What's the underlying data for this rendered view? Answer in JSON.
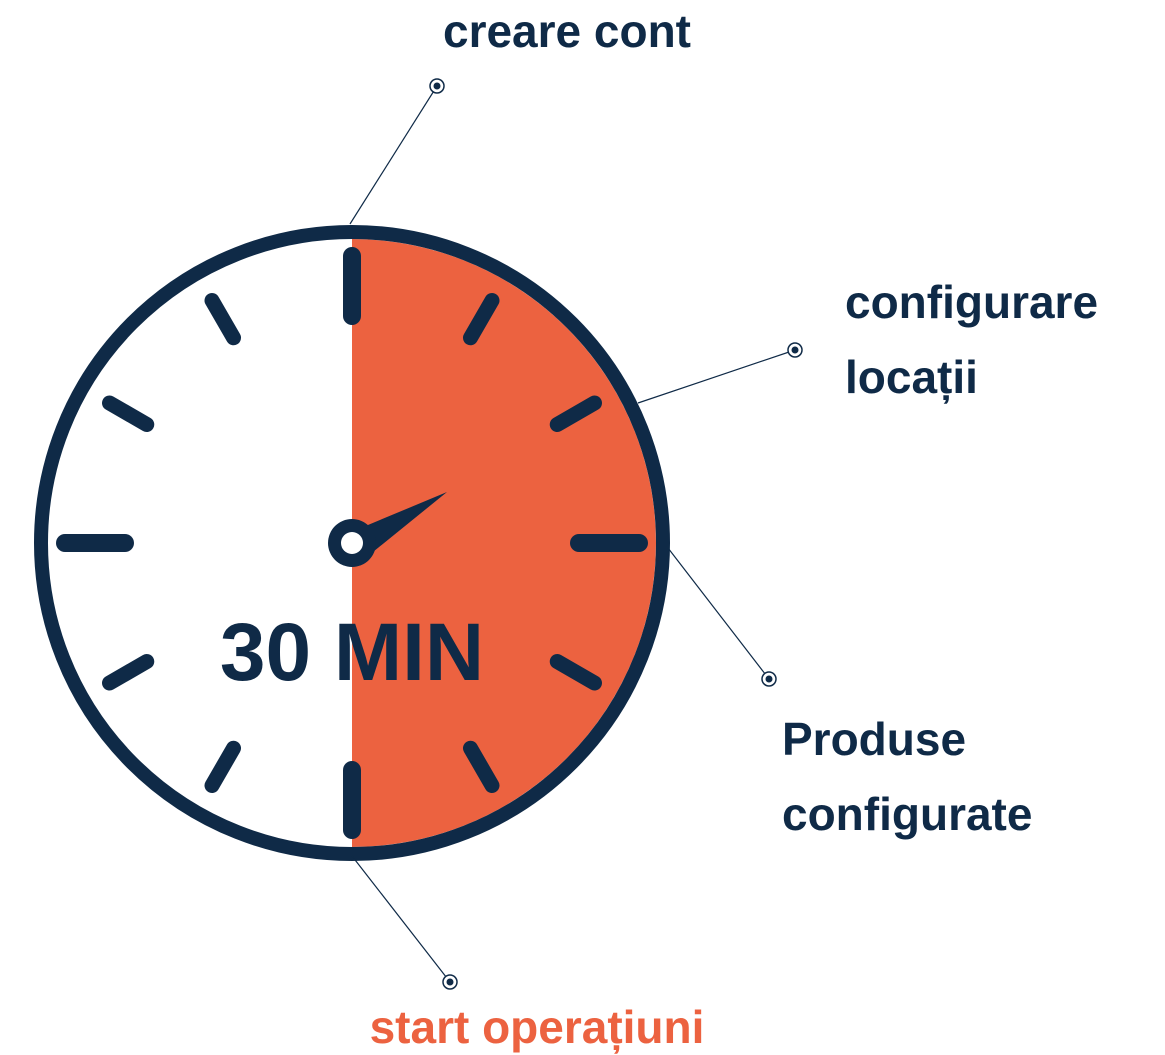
{
  "colors": {
    "navy": "#0f2a47",
    "orange": "#ec6240",
    "background": "#ffffff"
  },
  "clock": {
    "center_text": "30 MIN",
    "elapsed_fraction": 0.5,
    "tick_count": 12
  },
  "labels": {
    "top": "creare cont",
    "right_line1": "configurare",
    "right_line2": "locații",
    "lower_right_line1": "Produse",
    "lower_right_line2": "configurate",
    "bottom": "start operațiuni"
  }
}
